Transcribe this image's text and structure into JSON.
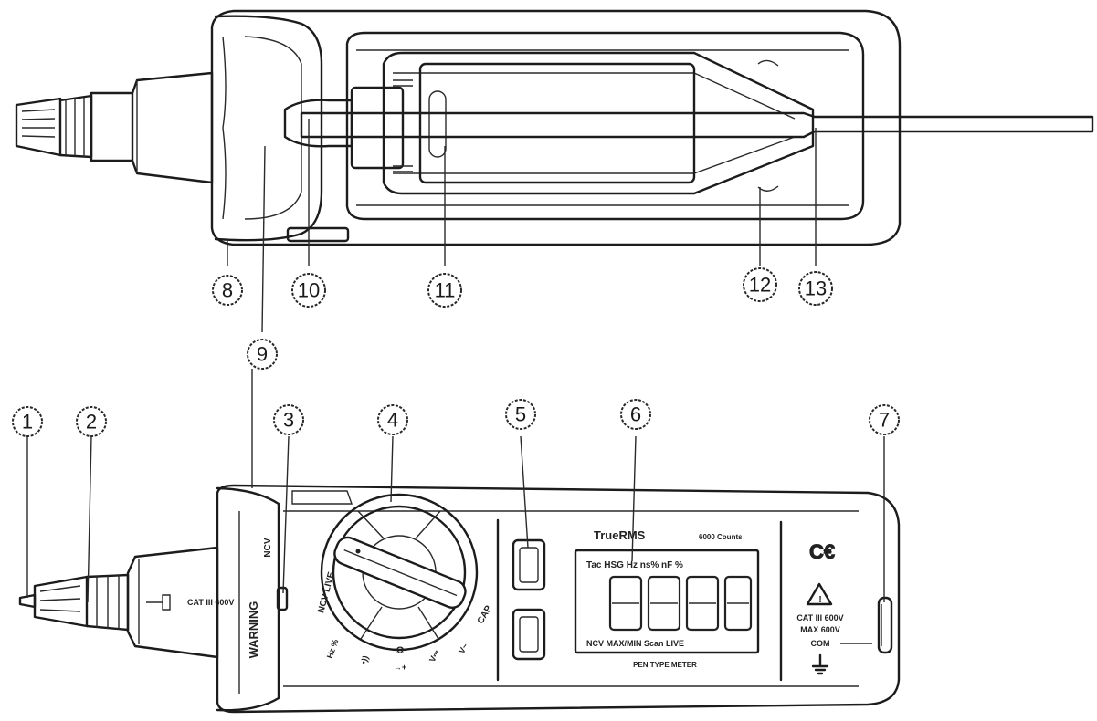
{
  "callouts": [
    {
      "id": "1",
      "label": "1"
    },
    {
      "id": "2",
      "label": "2"
    },
    {
      "id": "3",
      "label": "3"
    },
    {
      "id": "4",
      "label": "4"
    },
    {
      "id": "5",
      "label": "5"
    },
    {
      "id": "6",
      "label": "6"
    },
    {
      "id": "7",
      "label": "7"
    },
    {
      "id": "8",
      "label": "8"
    },
    {
      "id": "9",
      "label": "9"
    },
    {
      "id": "10",
      "label": "10"
    },
    {
      "id": "11",
      "label": "11"
    },
    {
      "id": "12",
      "label": "12"
    },
    {
      "id": "13",
      "label": "13"
    }
  ],
  "meter_front": {
    "brand": "TrueRMS",
    "counts": "6000 Counts",
    "display_top": "Tac HSG Hz ns% nF %",
    "display_digits": "8.8.8.8",
    "display_bottom": "NCV MAX/MIN Scan LIVE",
    "meter_caption": "PEN TYPE METER",
    "cat_rating": "CAT III 600V",
    "max_rating": "MAX 600V",
    "com_label": "COM",
    "ncv_live": "NCV LIVE",
    "cap_label": "CAP",
    "probe_rating": "CAT III 600V",
    "side_text": "WARNING",
    "ncv_side": "NCV",
    "dial_labels": [
      "Hz %",
      "V~",
      "V⎓",
      "Ω",
      "→+",
      "•))"
    ]
  },
  "colors": {
    "line": "#1c1c1c",
    "background": "#ffffff"
  }
}
